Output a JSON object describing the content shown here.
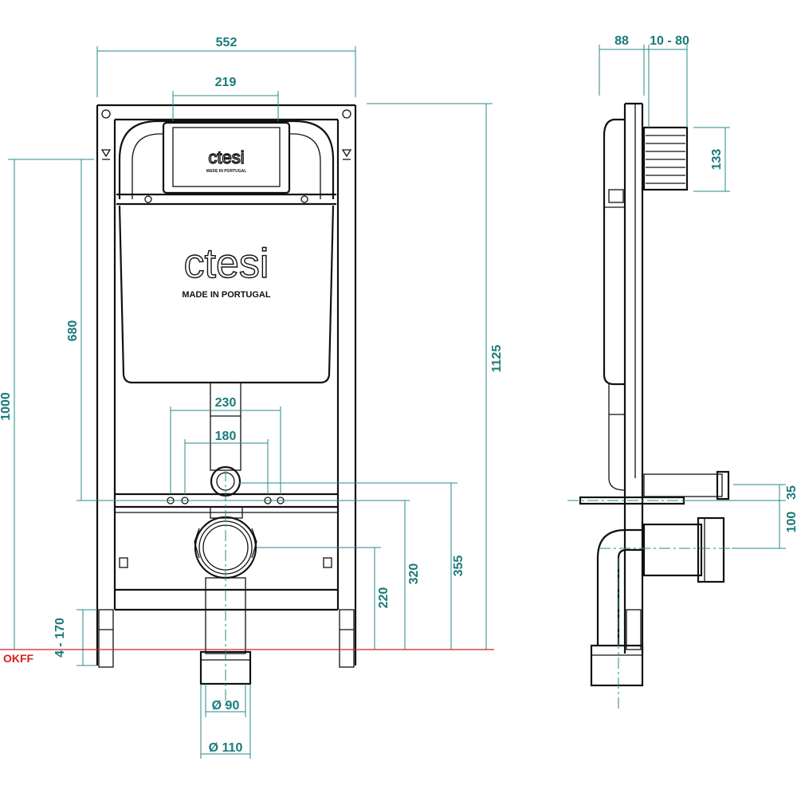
{
  "brand": {
    "logo_large": "ctesi",
    "logo_small": "ctesi",
    "made_in": "MADE IN PORTUGAL",
    "made_in_small": "MADE IN PORTUGAL"
  },
  "dimensions": {
    "width_total": "552",
    "cistern_plate": "219",
    "bolt_spacing_outer": "230",
    "bolt_spacing_inner": "180",
    "frame_height": "1125",
    "rest_height": "1000",
    "cistern_height": "680",
    "inlet_height": "355",
    "bolt_height": "320",
    "drain_height": "220",
    "leg_adjust": "4 - 170",
    "drain_diameter_small": "Ø 90",
    "drain_diameter_large": "Ø 110",
    "depth_frame": "88",
    "depth_adjust": "10 - 80",
    "flush_plate_height": "133",
    "inlet_offset": "35",
    "drain_offset": "100"
  },
  "floor_label": "OKFF",
  "colors": {
    "dimension": "#1a7a7a",
    "floor_line": "#d42020",
    "outline": "#111111"
  }
}
